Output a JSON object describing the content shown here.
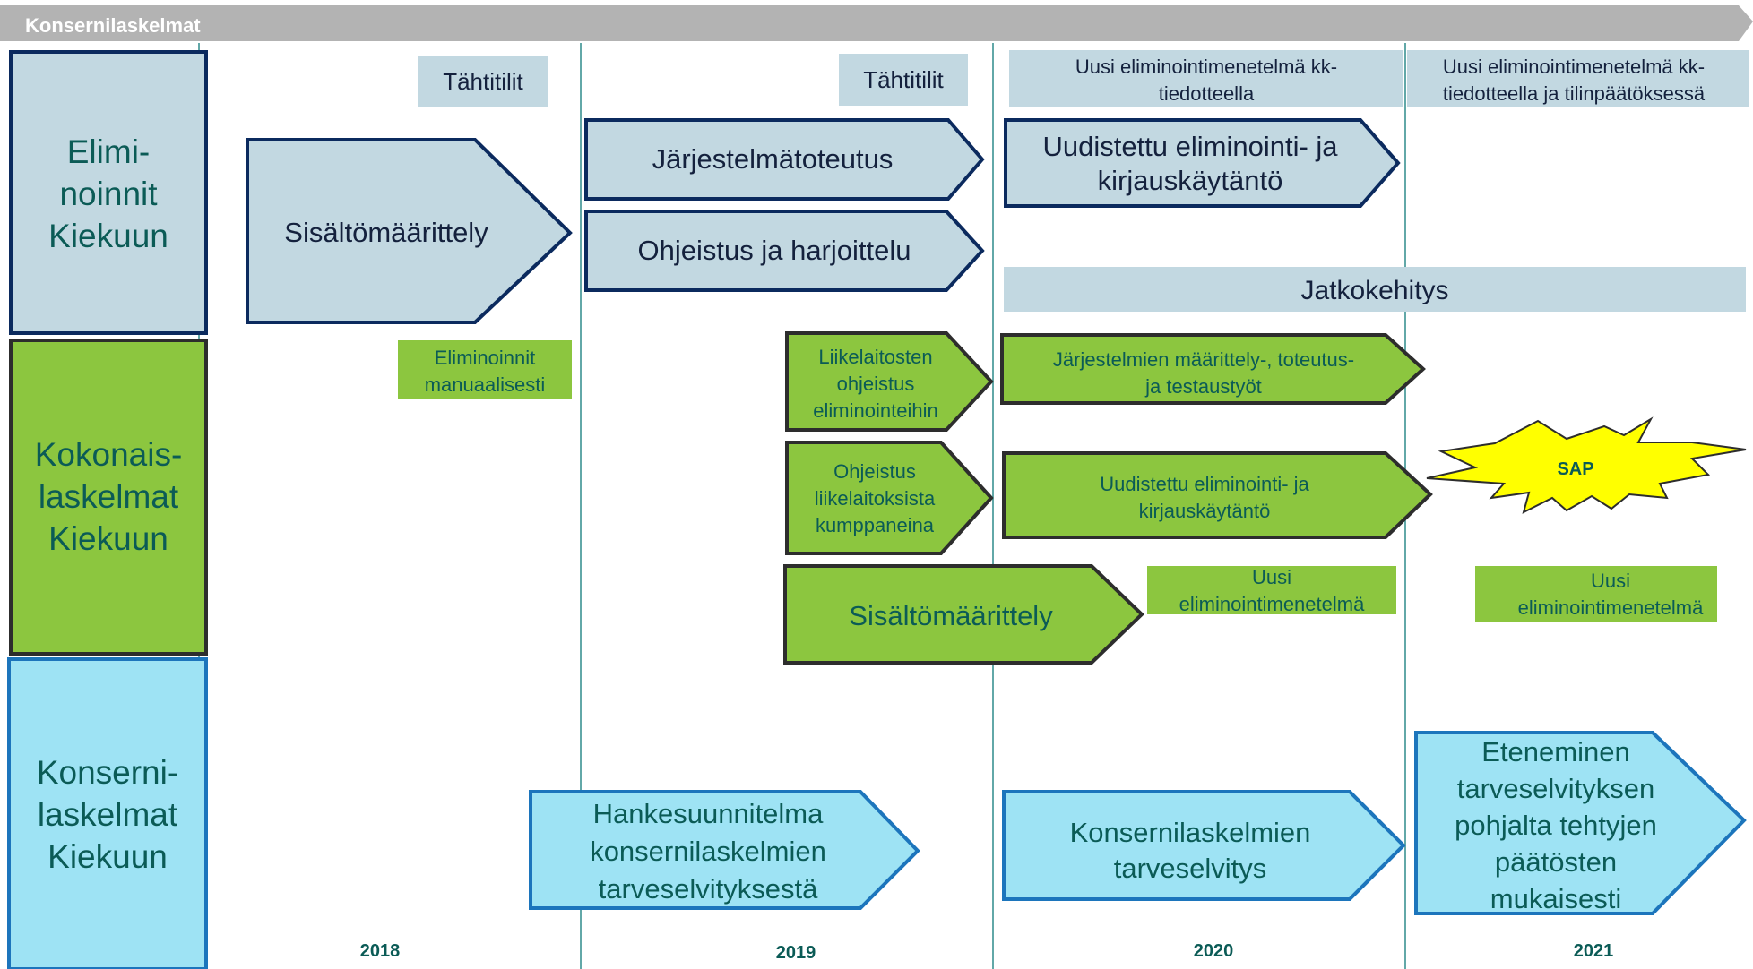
{
  "title": "Konsernilaskelmat",
  "colors": {
    "banner": "#b3b3b3",
    "light_blue_box": "#c2d8e1",
    "dark_navy_border": "#0b2a5e",
    "green_fill": "#8cc63f",
    "green_border": "#2d2d2d",
    "cyan_fill": "#9ee3f4",
    "cyan_border": "#1c75bc",
    "teal_text": "#0b5b56",
    "star_fill": "#ffff00",
    "divider": "#2e8b8b"
  },
  "rows": [
    {
      "label": [
        "Elimi-",
        "noinnit",
        "Kiekuun"
      ]
    },
    {
      "label": [
        "Kokonais-",
        "laskelmat",
        "Kiekuun"
      ]
    },
    {
      "label": [
        "Konserni-",
        "laskelmat",
        "Kiekuun"
      ]
    }
  ],
  "years": [
    "2018",
    "2019",
    "2020",
    "2021"
  ],
  "notes": {
    "tahtitilit_1": [
      "Tähtitilit"
    ],
    "tahtitilit_2": [
      "Tähtitilit"
    ],
    "uusi_elim_1": [
      "Uusi eliminointimenetelmä kk-",
      "tiedotteella"
    ],
    "uusi_elim_2": [
      "Uusi eliminointimenetelmä kk-",
      "tiedotteella ja tilinpäätöksessä"
    ],
    "jatkokehitys": [
      "Jatkokehitys"
    ],
    "eliminoinnit_manuaalisesti": [
      "Eliminoinnit",
      "manuaalisesti"
    ],
    "uusi_elim_3": [
      "Uusi",
      "eliminointimenetelmä"
    ],
    "uusi_elim_4": [
      "Uusi",
      "eliminointimenetelmä"
    ]
  },
  "arrows": {
    "sisaltomaarittely_1": [
      "Sisältömäärittely"
    ],
    "jarjestelmatoteutus": [
      "Järjestelmätoteutus"
    ],
    "ohjeistus_harjoittelu": [
      "Ohjeistus ja harjoittelu"
    ],
    "uudistettu_1": [
      "Uudistettu eliminointi- ja",
      "kirjauskäytäntö"
    ],
    "liikelaitosten": [
      "Liikelaitosten",
      "ohjeistus",
      "eliminointeihin"
    ],
    "ohjeistus_liikelaitoksista": [
      "Ohjeistus",
      "liikelaitoksista",
      "kumppaneina"
    ],
    "sisaltomaarittely_2": [
      "Sisältömäärittely"
    ],
    "jarjestelmien_maarittely": [
      "Järjestelmien määrittely-, toteutus-",
      "ja testaustyöt"
    ],
    "uudistettu_2": [
      "Uudistettu eliminointi- ja",
      "kirjauskäytäntö"
    ],
    "hankesuunnitelma": [
      "Hankesuunnitelma",
      "konsernilaskelmien",
      "tarveselvityksestä"
    ],
    "konsernilaskelmien_tarveselvitys": [
      "Konsernilaskelmien",
      "tarveselvitys"
    ],
    "eteneminen": [
      "Eteneminen",
      "tarveselvityksen",
      "pohjalta tehtyjen",
      "päätösten",
      "mukaisesti"
    ]
  },
  "star": {
    "label": "SAP"
  }
}
